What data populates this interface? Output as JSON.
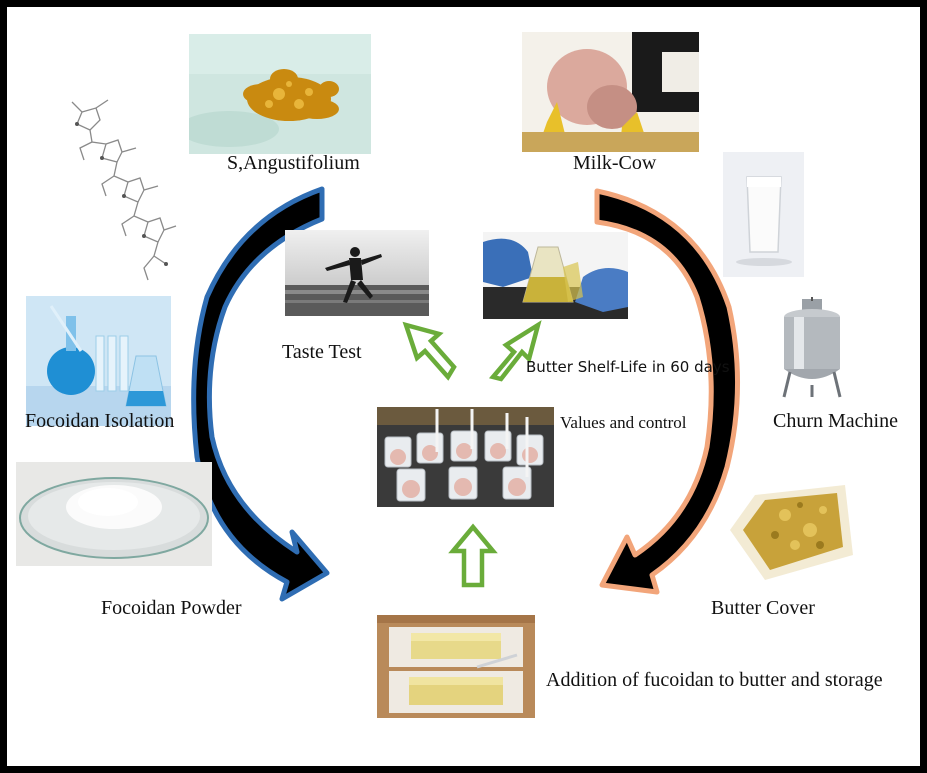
{
  "labels": {
    "seaweed": "S,Angustifolium",
    "milk_cow": "Milk-Cow",
    "taste_test": "Taste Test",
    "shelf_life": "Butter Shelf-Life in 60 days",
    "values_control": "Values and control",
    "focoidan_isolation": "Focoidan Isolation",
    "churn_machine": "Churn Machine",
    "focoidan_powder": "Focoidan Powder",
    "butter_cover": "Butter Cover",
    "addition": "Addition of fucoidan to butter and storage"
  },
  "colors": {
    "left_arrow_outline": "#2f6db3",
    "right_arrow_outline": "#f2a57a",
    "up_arrow_outline": "#6aac3a",
    "arrow_fill": "#000000",
    "frame": "#000000"
  }
}
